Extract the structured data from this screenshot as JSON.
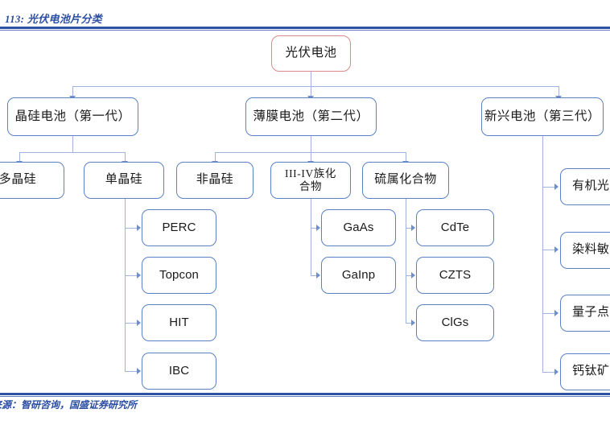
{
  "header": {
    "title": "113: 光伏电池片分类"
  },
  "footer": {
    "source": "来源：智研咨询，国盛证券研究所"
  },
  "colors": {
    "rule_blue": "#2d52a5",
    "title_blue": "#2b4ea2",
    "node_border_blue": "#5b81c4",
    "root_border_red": "#d98a8a",
    "connector": "#9fb4db",
    "arrow": "#6f8fc9"
  },
  "diagram": {
    "type": "tree",
    "root": {
      "label": "光伏电池"
    },
    "level2": [
      {
        "label": "晶硅电池（第一代）"
      },
      {
        "label": "薄膜电池（第二代）"
      },
      {
        "label": "新兴电池（第三代）"
      }
    ],
    "level3": [
      {
        "label": "多晶硅",
        "parent": "晶硅电池（第一代）",
        "clipped": "left"
      },
      {
        "label": "单晶硅",
        "parent": "晶硅电池（第一代）"
      },
      {
        "label": "非晶硅",
        "parent": "薄膜电池（第二代）"
      },
      {
        "label": "III-IV族化",
        "label2": "合物",
        "parent": "薄膜电池（第二代）"
      },
      {
        "label": "硫属化合物",
        "parent": "薄膜电池（第二代）"
      }
    ],
    "level4": {
      "mono_silicon": [
        "PERC",
        "Topcon",
        "HIT",
        "IBC"
      ],
      "iii_iv": [
        "GaAs",
        "GaInp"
      ],
      "chalcogenide": [
        "CdTe",
        "CZTS",
        "ClGs"
      ],
      "emerging": [
        "有机光",
        "染料敏",
        "量子点",
        "钙钛矿"
      ]
    }
  }
}
